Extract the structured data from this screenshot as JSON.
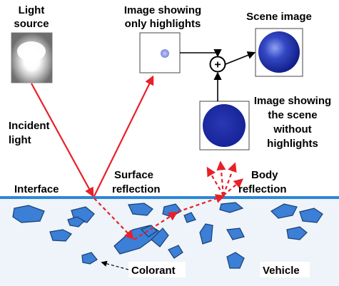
{
  "labels": {
    "light_source": [
      "Light",
      "source"
    ],
    "highlights_image": [
      "Image showing",
      "only highlights"
    ],
    "scene_image": "Scene image",
    "no_highlights_image": [
      "Image showing",
      "the scene",
      "without",
      "highlights"
    ],
    "incident_light": [
      "Incident",
      "light"
    ],
    "surface_reflection": [
      "Surface",
      "reflection"
    ],
    "body_reflection": [
      "Body",
      "reflection"
    ],
    "interface": "Interface",
    "colorant": "Colorant",
    "vehicle": "Vehicle",
    "combine_symbol": "+"
  },
  "colors": {
    "ray": "#e8202a",
    "interface_line": "#2e86d6",
    "medium": "#eef4f9",
    "particle_fill": "#3b7fd6",
    "particle_stroke": "#1a3f73",
    "sphere_dark": "#1e2f9c",
    "sphere_light": "#6f86e6"
  },
  "icons": [
    "light-source-glow",
    "combine-plus-icon",
    "colorant-particle"
  ]
}
